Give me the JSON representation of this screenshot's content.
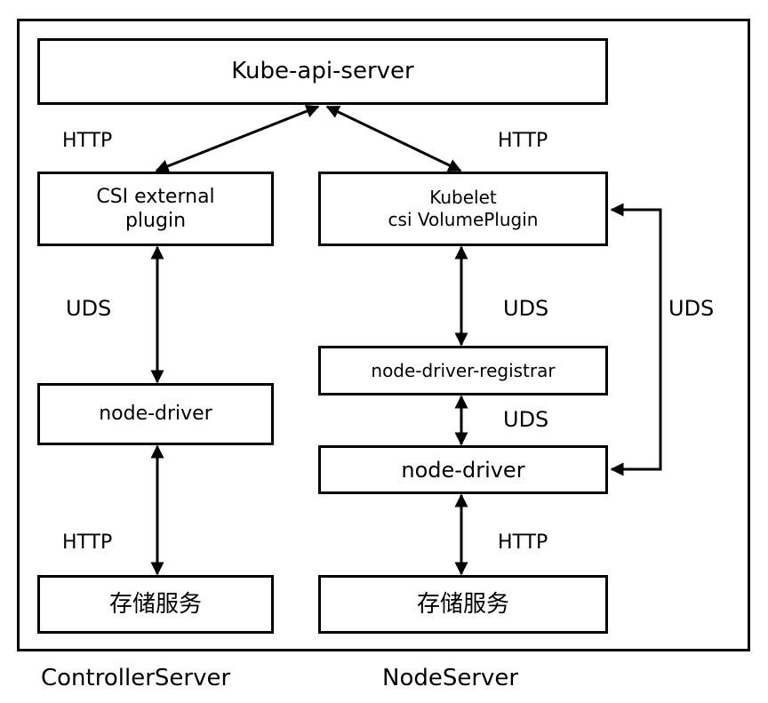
{
  "boxes": {
    "api_server": "Kube-api-server",
    "csi_external_plugin": [
      "CSI external",
      "plugin"
    ],
    "kubelet_plugin": [
      "Kubelet",
      "csi VolumePlugin"
    ],
    "node_driver_registrar": "node-driver-registrar",
    "node_driver_left": "node-driver",
    "node_driver_right": "node-driver",
    "storage_left": "存储服务",
    "storage_right": "存储服务"
  },
  "edge_labels": {
    "http_top_left": "HTTP",
    "http_top_right": "HTTP",
    "uds_left": "UDS",
    "uds_right": "UDS",
    "uds_far_right": "UDS",
    "uds_registrar": "UDS",
    "http_bottom_left": "HTTP",
    "http_bottom_right": "HTTP"
  },
  "captions": {
    "controller": "ControllerServer",
    "node": "NodeServer"
  }
}
